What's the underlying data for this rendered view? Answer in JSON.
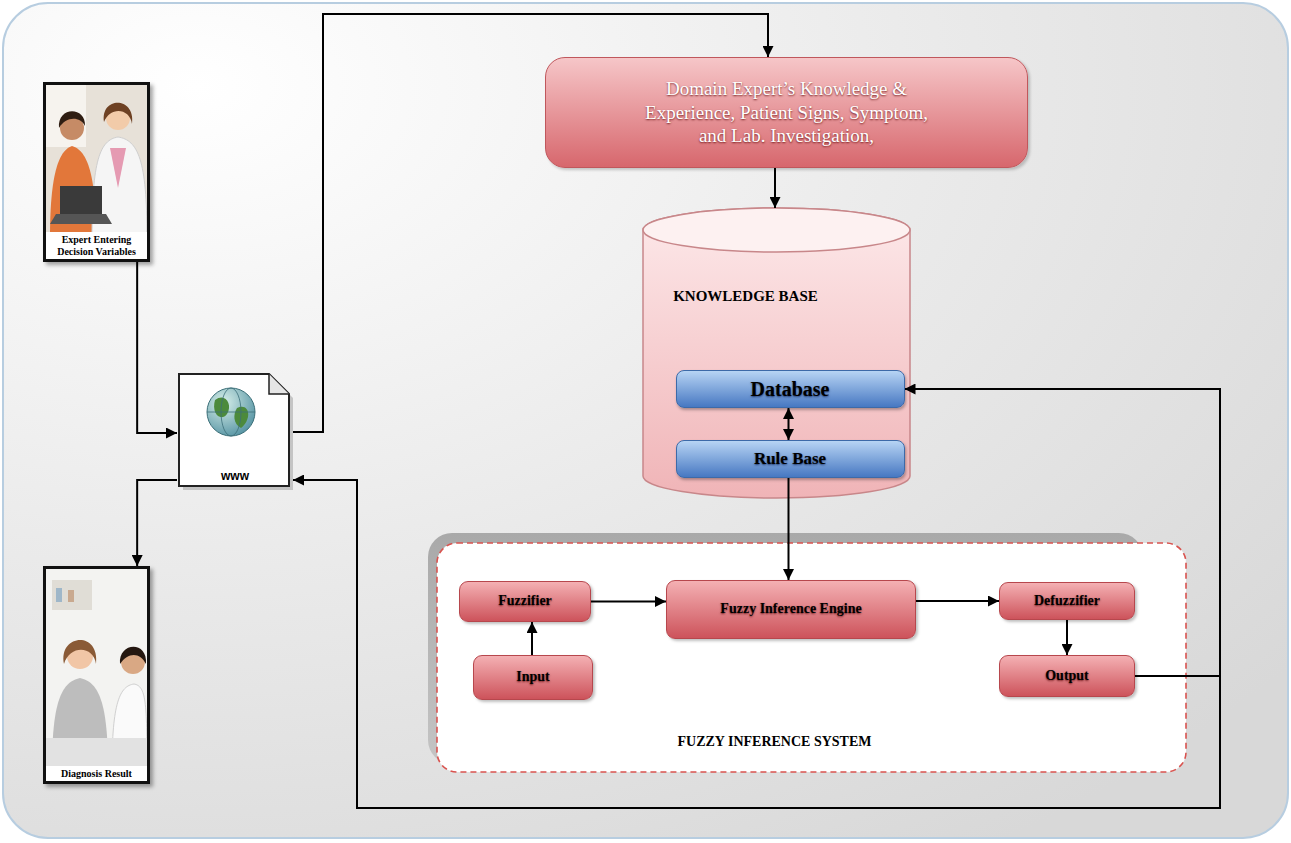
{
  "diagram": {
    "nodes": [
      {
        "text": [
          "Domain Expert’s Knowledge & Experience, Patient Signs, Symptom, and Lab. Investigation,"
        ]
      },
      {
        "text": [
          "Expert Entering Decision Variables"
        ]
      },
      {
        "text": [
          "KNOWLEDGE BASE"
        ]
      },
      {
        "text": [
          "Database"
        ],
        "in": 2
      },
      {
        "text": [
          "Rule Base"
        ],
        "in": 2
      },
      {
        "text": [
          "www"
        ]
      },
      {
        "text": [
          "Diagnosis Result"
        ]
      },
      {
        "text": [
          "FUZZY INFERENCE SYSTEM"
        ]
      },
      {
        "text": [
          "Fuzzifier"
        ],
        "in": 7
      },
      {
        "text": [
          "Fuzzy Inference Engine"
        ],
        "in": 7
      },
      {
        "text": [
          "Defuzzifier"
        ],
        "in": 7
      },
      {
        "text": [
          "Input"
        ],
        "in": 7
      },
      {
        "text": [
          "Output"
        ],
        "in": 7
      }
    ],
    "edges": [
      {
        "from": 1,
        "to": 5,
        "arrow": "to"
      },
      {
        "from": 5,
        "to": 0,
        "arrow": "to"
      },
      {
        "from": 0,
        "to": 2,
        "arrow": "to"
      },
      {
        "from": 3,
        "to": 4,
        "arrow": "both"
      },
      {
        "from": 4,
        "to": 9,
        "arrow": "to"
      },
      {
        "from": 11,
        "to": 8,
        "arrow": "to"
      },
      {
        "from": 8,
        "to": 9,
        "arrow": "to"
      },
      {
        "from": 9,
        "to": 10,
        "arrow": "to"
      },
      {
        "from": 10,
        "to": 12,
        "arrow": "to"
      },
      {
        "from": 12,
        "to": 3,
        "arrow": "to"
      },
      {
        "from": 12,
        "to": 5,
        "arrow": "to"
      },
      {
        "from": 5,
        "to": 6,
        "arrow": "to"
      }
    ]
  }
}
